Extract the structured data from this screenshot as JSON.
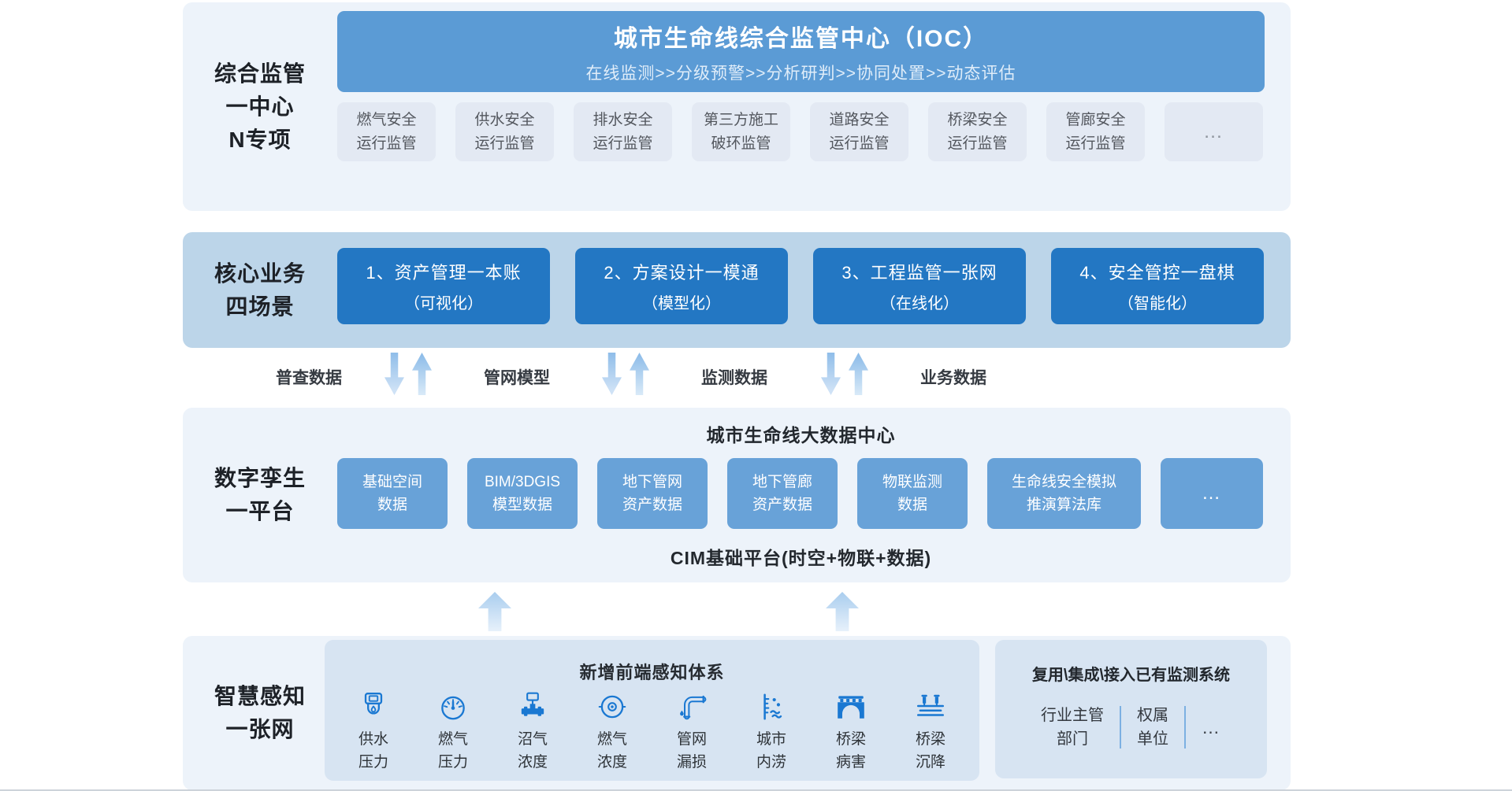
{
  "colors": {
    "panel_light_blue": "#edf3fa",
    "band_blue": "#bcd5e9",
    "header_blue": "#5b9bd5",
    "scene_blue": "#2377c3",
    "data_blue": "#68a2d8",
    "inner_box_blue": "#d7e4f2",
    "icon_blue": "#1a78d2",
    "arrow_blue": "#8fbde9"
  },
  "s1": {
    "label": [
      "综合监管",
      "一中心",
      "N专项"
    ],
    "header_title": "城市生命线综合监管中心（IOC）",
    "header_subtitle": "在线监测>>分级预警>>分析研判>>协同处置>>动态评估",
    "items": [
      {
        "l1": "燃气安全",
        "l2": "运行监管"
      },
      {
        "l1": "供水安全",
        "l2": "运行监管"
      },
      {
        "l1": "排水安全",
        "l2": "运行监管"
      },
      {
        "l1": "第三方施工",
        "l2": "破环监管"
      },
      {
        "l1": "道路安全",
        "l2": "运行监管"
      },
      {
        "l1": "桥梁安全",
        "l2": "运行监管"
      },
      {
        "l1": "管廊安全",
        "l2": "运行监管"
      },
      {
        "l1": "…",
        "l2": ""
      }
    ]
  },
  "s2": {
    "label": [
      "核心业务",
      "四场景"
    ],
    "items": [
      {
        "l1": "1、资产管理一本账",
        "l2": "（可视化）"
      },
      {
        "l1": "2、方案设计一模通",
        "l2": "（模型化）"
      },
      {
        "l1": "3、工程监管一张网",
        "l2": "（在线化）"
      },
      {
        "l1": "4、安全管控一盘棋",
        "l2": "（智能化）"
      }
    ]
  },
  "flow": {
    "labels": [
      "普查数据",
      "管网模型",
      "监测数据",
      "业务数据"
    ]
  },
  "s3": {
    "label": [
      "数字孪生",
      "一平台"
    ],
    "title": "城市生命线大数据中心",
    "items": [
      {
        "l1": "基础空间",
        "l2": "数据"
      },
      {
        "l1": "BIM/3DGIS",
        "l2": "模型数据"
      },
      {
        "l1": "地下管网",
        "l2": "资产数据"
      },
      {
        "l1": "地下管廊",
        "l2": "资产数据"
      },
      {
        "l1": "物联监测",
        "l2": "数据"
      },
      {
        "l1": "生命线安全模拟",
        "l2": "推演算法库"
      },
      {
        "l1": "…",
        "l2": ""
      }
    ],
    "platform": "CIM基础平台(时空+物联+数据)"
  },
  "s4": {
    "label": [
      "智慧感知",
      "一张网"
    ],
    "sense_title": "新增前端感知体系",
    "sensors": [
      {
        "l1": "供水",
        "l2": "压力",
        "icon": "water-meter-icon"
      },
      {
        "l1": "燃气",
        "l2": "压力",
        "icon": "pressure-gauge-icon"
      },
      {
        "l1": "沼气",
        "l2": "浓度",
        "icon": "biogas-meter-icon"
      },
      {
        "l1": "燃气",
        "l2": "浓度",
        "icon": "gas-sensor-icon"
      },
      {
        "l1": "管网",
        "l2": "漏损",
        "icon": "pipe-leak-icon"
      },
      {
        "l1": "城市",
        "l2": "内涝",
        "icon": "flood-gauge-icon"
      },
      {
        "l1": "桥梁",
        "l2": "病害",
        "icon": "bridge-damage-icon"
      },
      {
        "l1": "桥梁",
        "l2": "沉降",
        "icon": "bridge-settlement-icon"
      }
    ],
    "reuse_title": "复用\\集成\\接入已有监测系统",
    "reuse_items": [
      {
        "l1": "行业主管",
        "l2": "部门"
      },
      {
        "l1": "权属",
        "l2": "单位"
      },
      {
        "l1": "…",
        "l2": ""
      }
    ]
  }
}
